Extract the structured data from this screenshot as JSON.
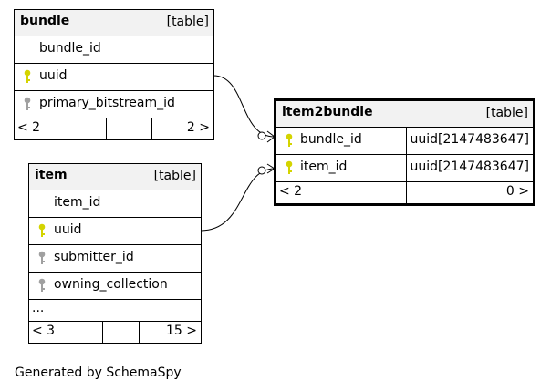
{
  "tables": {
    "bundle": {
      "name": "bundle",
      "kind": "[table]",
      "columns": [
        {
          "name": "bundle_id",
          "key": "none"
        },
        {
          "name": "uuid",
          "key": "primary"
        },
        {
          "name": "primary_bitstream_id",
          "key": "foreign"
        }
      ],
      "footer": {
        "left": "< 2",
        "right": "2 >"
      }
    },
    "item": {
      "name": "item",
      "kind": "[table]",
      "columns": [
        {
          "name": "item_id",
          "key": "none"
        },
        {
          "name": "uuid",
          "key": "primary"
        },
        {
          "name": "submitter_id",
          "key": "foreign"
        },
        {
          "name": "owning_collection",
          "key": "foreign"
        }
      ],
      "ellipsis": "...",
      "footer": {
        "left": "< 3",
        "right": "15 >"
      }
    },
    "item2bundle": {
      "name": "item2bundle",
      "kind": "[table]",
      "columns": [
        {
          "name": "bundle_id",
          "type": "uuid[2147483647]",
          "key": "primary"
        },
        {
          "name": "item_id",
          "type": "uuid[2147483647]",
          "key": "primary"
        }
      ],
      "footer": {
        "left": "< 2",
        "right": "0 >"
      }
    }
  },
  "relationships": [
    {
      "from": "bundle.uuid",
      "to": "item2bundle.bundle_id"
    },
    {
      "from": "item.uuid",
      "to": "item2bundle.item_id"
    }
  ],
  "colors": {
    "primary_key": "#d4d400",
    "foreign_key": "#a0a0a0",
    "header_bg": "#f2f2f2"
  },
  "credit": "Generated by SchemaSpy"
}
